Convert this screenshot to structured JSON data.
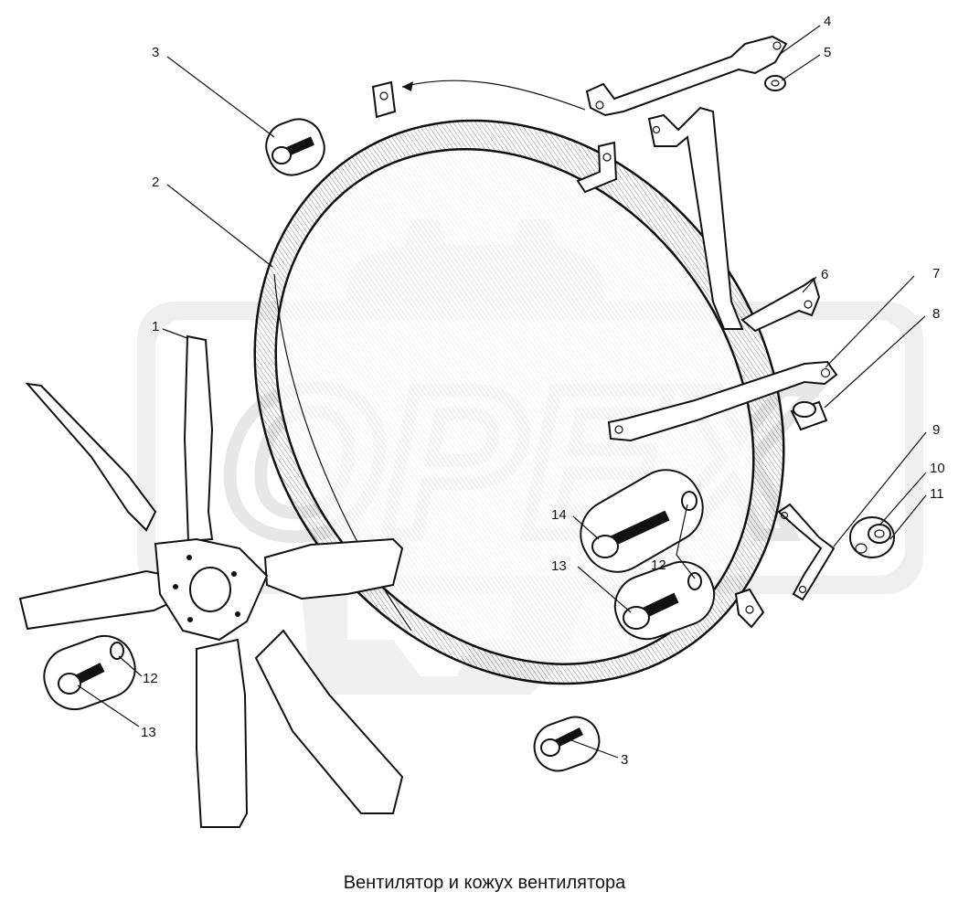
{
  "caption": "Вентилятор и кожух вентилятора",
  "watermark": "OPEX",
  "callouts": {
    "c1": "1",
    "c2": "2",
    "c3a": "3",
    "c3b": "3",
    "c4": "4",
    "c5": "5",
    "c6": "6",
    "c7": "7",
    "c8": "8",
    "c9": "9",
    "c10": "10",
    "c11": "11",
    "c12a": "12",
    "c12b": "12",
    "c13a": "13",
    "c13b": "13",
    "c14": "14"
  }
}
